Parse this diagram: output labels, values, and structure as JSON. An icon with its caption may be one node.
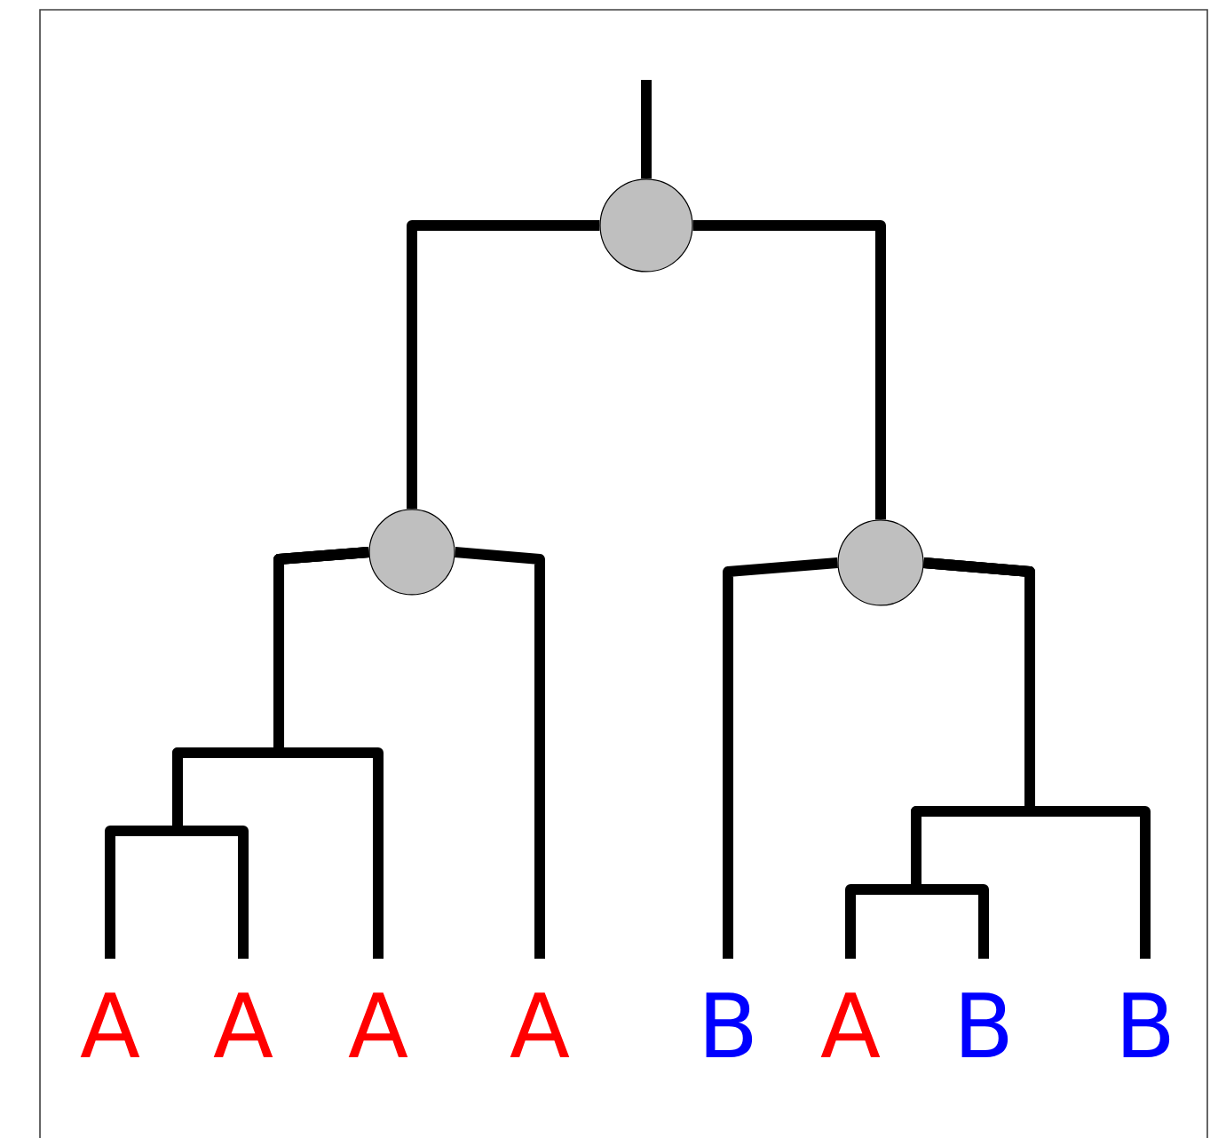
{
  "diagram": {
    "nodes": [
      {
        "text": [],
        "shape": "circle"
      },
      {
        "text": [],
        "shape": "circle"
      },
      {
        "text": [],
        "shape": "circle"
      },
      {
        "text": [
          "A"
        ]
      },
      {
        "text": [
          "A"
        ]
      },
      {
        "text": [
          "A"
        ]
      },
      {
        "text": [
          "A"
        ]
      },
      {
        "text": [
          "B"
        ]
      },
      {
        "text": [
          "A"
        ]
      },
      {
        "text": [
          "B"
        ]
      },
      {
        "text": [
          "B"
        ]
      }
    ],
    "edges": [
      {
        "from": null,
        "to": 0,
        "arrow": "none"
      },
      {
        "from": 0,
        "to": 1,
        "arrow": "none"
      },
      {
        "from": 0,
        "to": 2,
        "arrow": "none"
      },
      {
        "from": 1,
        "to": 3,
        "arrow": "none"
      },
      {
        "from": 1,
        "to": 4,
        "arrow": "none"
      },
      {
        "from": 1,
        "to": 5,
        "arrow": "none"
      },
      {
        "from": 1,
        "to": 6,
        "arrow": "none"
      },
      {
        "from": 2,
        "to": 7,
        "arrow": "none"
      },
      {
        "from": 2,
        "to": 8,
        "arrow": "none"
      },
      {
        "from": 2,
        "to": 9,
        "arrow": "none"
      },
      {
        "from": 2,
        "to": 10,
        "arrow": "none"
      }
    ]
  }
}
